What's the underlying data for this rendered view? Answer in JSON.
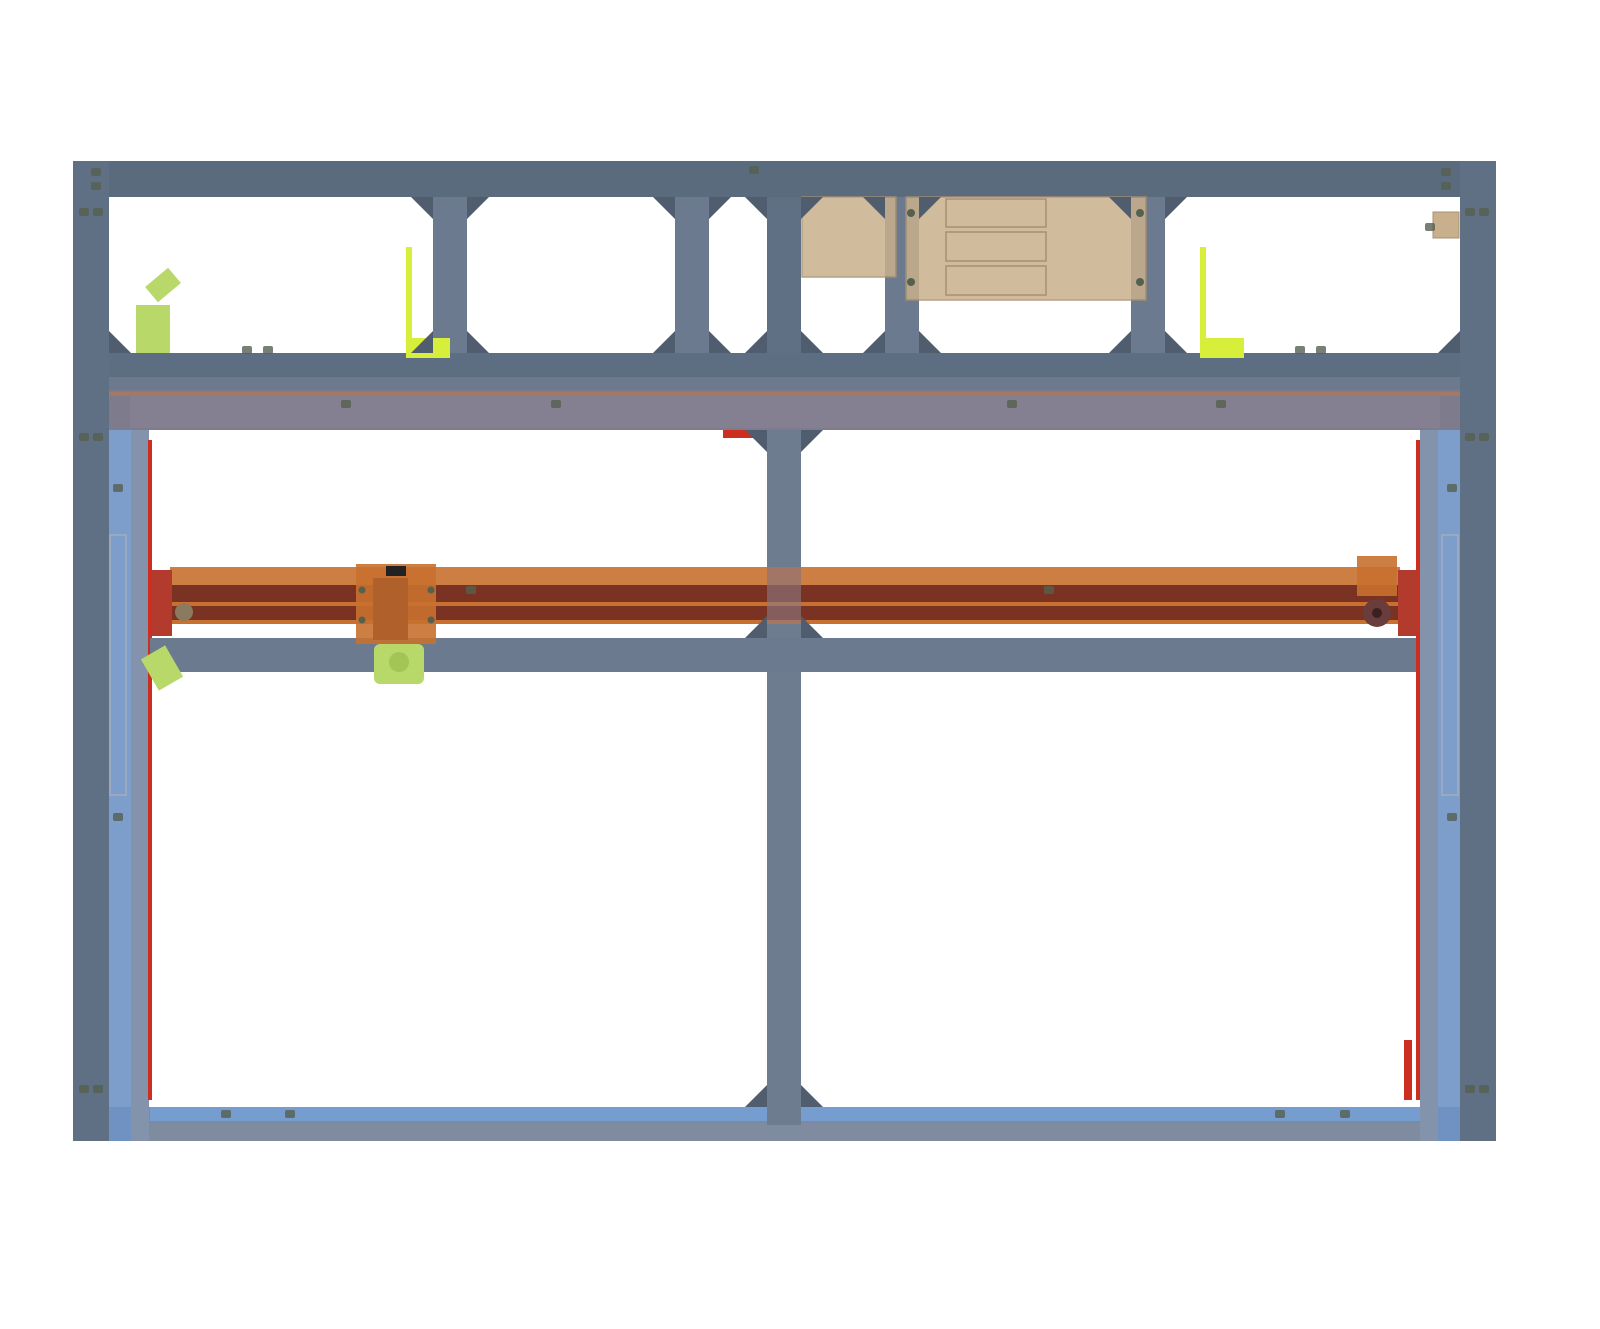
{
  "view": {
    "background": "#ffffff",
    "colors": {
      "frame_dark": "#5b6b7e",
      "frame_mid": "#6e7c8f",
      "frame_light": "#7f98bd",
      "frame_blue": "#6f92c5",
      "bracket": "#4f5d6e",
      "rail_orange": "#c8702f",
      "rail_dark": "#7a3322",
      "rail_red": "#b23b2e",
      "accent_red": "#cc2f20",
      "clip_lime": "#d7ef3a",
      "clip_lime_dark": "#a7c92a",
      "part_green": "#b9d86a",
      "panel_tan": "#c8b08c",
      "panel_tan_dark": "#a89070",
      "bolt": "#55604f"
    }
  },
  "components": [
    {
      "id": "outer-frame",
      "icon": "extrusion-frame"
    },
    {
      "id": "upper-bay",
      "icon": "extrusion-crossmember"
    },
    {
      "id": "x-gantry-rail",
      "icon": "linear-rail"
    },
    {
      "id": "carriage",
      "icon": "carriage-plate"
    },
    {
      "id": "electronics-panel",
      "icon": "enclosure-panel"
    },
    {
      "id": "cable-clips",
      "icon": "clip"
    },
    {
      "id": "corner-brackets",
      "icon": "gusset-bracket"
    }
  ]
}
